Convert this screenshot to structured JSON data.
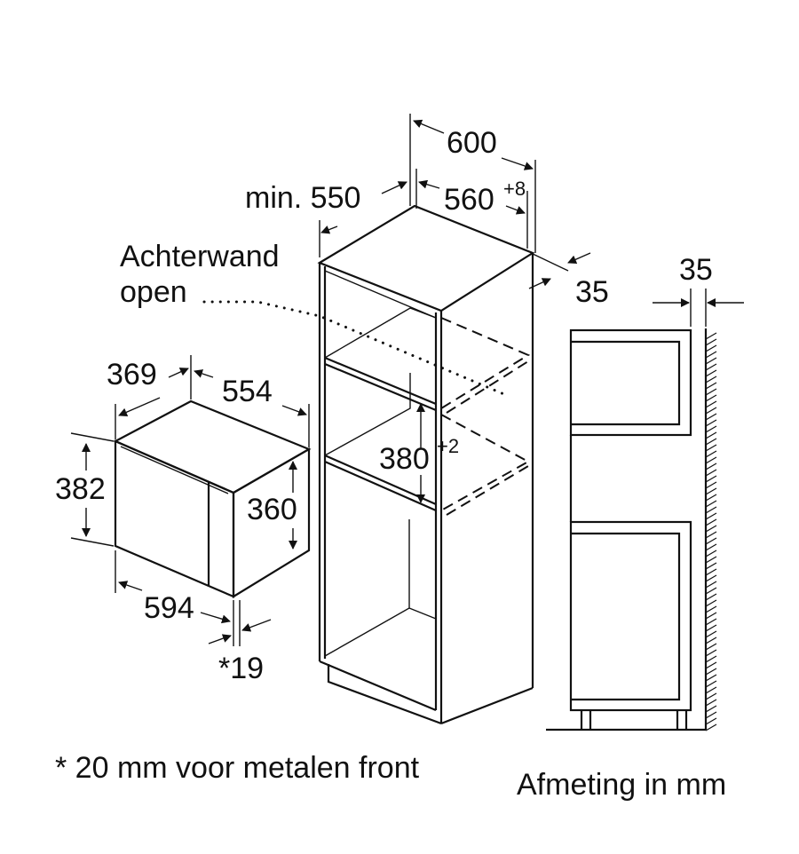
{
  "cabinet": {
    "width": "600",
    "depth_min": "min. 550",
    "niche_width": "560",
    "niche_width_tol": "+8",
    "back_wall_line1": "Achterwand",
    "back_wall_line2": "open",
    "side_offset": "35",
    "niche_height": "380",
    "niche_height_tol": "+2"
  },
  "appliance": {
    "depth": "369",
    "body_width": "554",
    "height": "382",
    "body_height": "360",
    "front_width": "594",
    "front_thickness": "*19"
  },
  "side_view": {
    "wall_gap": "35"
  },
  "footnote": "* 20 mm voor metalen front",
  "units_note": "Afmeting in mm",
  "colors": {
    "line": "#111111",
    "background": "#ffffff"
  }
}
